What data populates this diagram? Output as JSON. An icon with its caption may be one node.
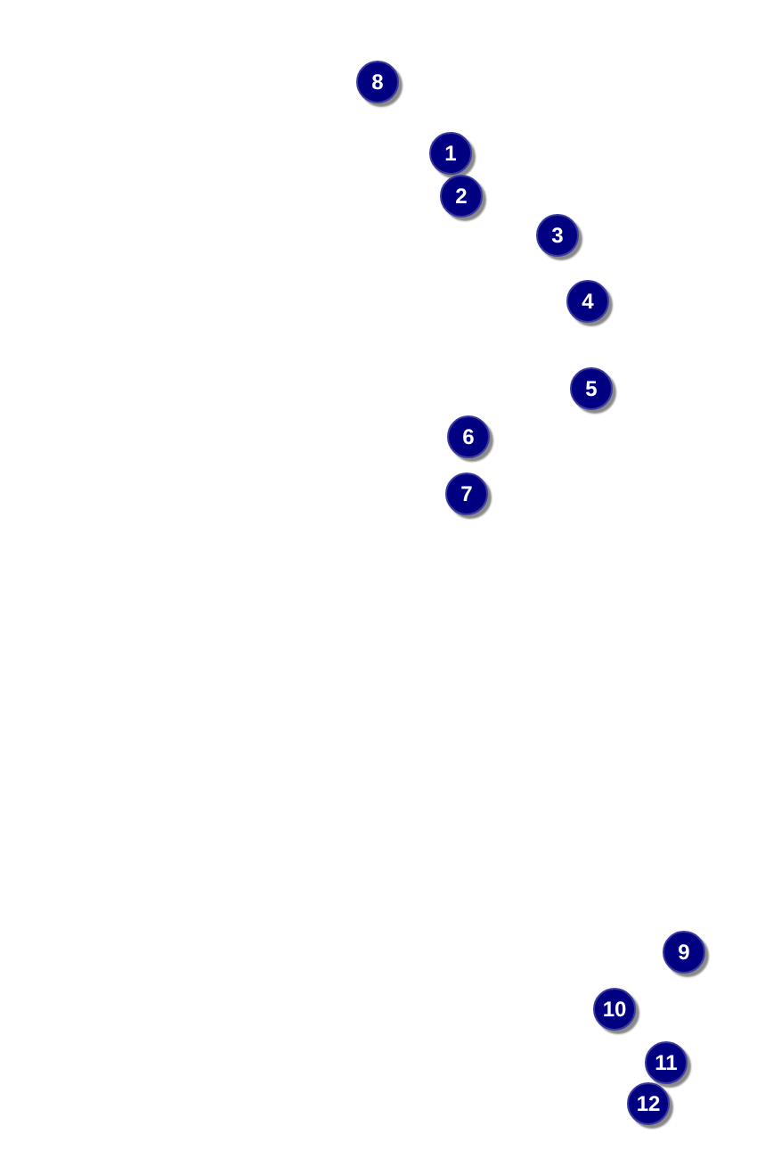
{
  "diagram": {
    "nodes": [
      {
        "text": [
          "8"
        ]
      },
      {
        "text": [
          "1"
        ]
      },
      {
        "text": [
          "2"
        ]
      },
      {
        "text": [
          "3"
        ]
      },
      {
        "text": [
          "4"
        ]
      },
      {
        "text": [
          "5"
        ]
      },
      {
        "text": [
          "6"
        ]
      },
      {
        "text": [
          "7"
        ]
      },
      {
        "text": [
          "9"
        ]
      },
      {
        "text": [
          "10"
        ]
      },
      {
        "text": [
          "11"
        ]
      },
      {
        "text": [
          "12"
        ]
      }
    ]
  }
}
